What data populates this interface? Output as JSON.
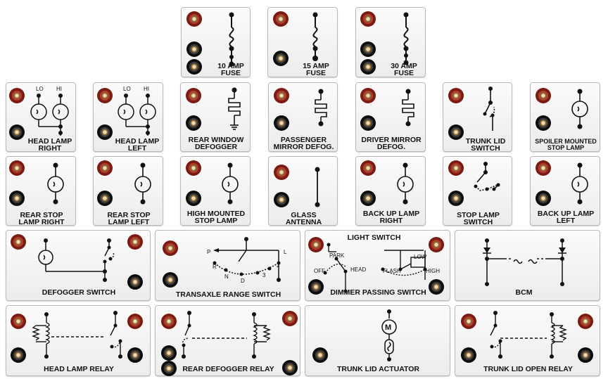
{
  "panels": {
    "fuse10": {
      "label": "10 AMP\nFUSE"
    },
    "fuse15": {
      "label": "15 AMP\nFUSE"
    },
    "fuse30": {
      "label": "30 AMP\nFUSE"
    },
    "headlamp_right": {
      "label": "HEAD LAMP\nRIGHT",
      "lo": "LO",
      "hi": "HI"
    },
    "headlamp_left": {
      "label": "HEAD LAMP\nLEFT",
      "lo": "LO",
      "hi": "HI"
    },
    "rear_window_defogger": {
      "label": "REAR WINDOW\nDEFOGGER"
    },
    "passenger_mirror_defog": {
      "label": "PASSENGER\nMIRROR DEFOG."
    },
    "driver_mirror_defog": {
      "label": "DRIVER MIRROR\nDEFOG."
    },
    "trunk_lid_switch": {
      "label": "TRUNK LID\nSWITCH"
    },
    "spoiler_stop_lamp": {
      "label": "SPOILER MOUNTED\nSTOP LAMP"
    },
    "rear_stop_lamp_right": {
      "label": "REAR STOP\nLAMP RIGHT"
    },
    "rear_stop_lamp_left": {
      "label": "REAR STOP\nLAMP LEFT"
    },
    "high_mounted_stop_lamp": {
      "label": "HIGH MOUNTED\nSTOP LAMP"
    },
    "glass_antenna": {
      "label": "GLASS\nANTENNA"
    },
    "backup_lamp_right": {
      "label": "BACK UP LAMP\nRIGHT"
    },
    "stop_lamp_switch": {
      "label": "STOP LAMP\nSWITCH"
    },
    "backup_lamp_left": {
      "label": "BACK UP LAMP\nLEFT"
    },
    "defogger_switch": {
      "label": "DEFOGGER SWITCH"
    },
    "transaxle_range_switch": {
      "label": "TRANSAXLE RANGE SWITCH",
      "positions": [
        "P",
        "R",
        "N",
        "D",
        "3",
        "2",
        "L"
      ]
    },
    "light_switch": {
      "title": "LIGHT SWITCH",
      "label": "DIMMER PASSING SWITCH",
      "off": "OFF",
      "park": "PARK",
      "head": "HEAD",
      "flash": "FLASH",
      "low": "LOW",
      "high": "HIGH"
    },
    "bcm": {
      "label": "BCM"
    },
    "head_lamp_relay": {
      "label": "HEAD LAMP RELAY"
    },
    "rear_defogger_relay": {
      "label": "REAR DEFOGGER RELAY"
    },
    "trunk_lid_actuator": {
      "label": "TRUNK LID ACTUATOR",
      "motor": "M"
    },
    "trunk_lid_open_relay": {
      "label": "TRUNK LID OPEN RELAY"
    }
  }
}
